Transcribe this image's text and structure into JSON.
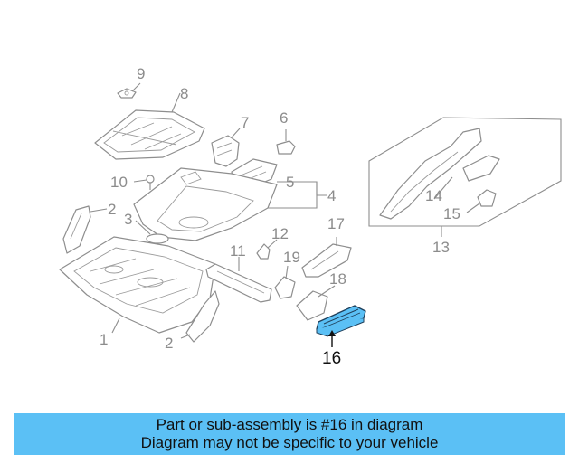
{
  "diagram": {
    "callouts": {
      "c1": "1",
      "c2a": "2",
      "c2b": "2",
      "c3": "3",
      "c4": "4",
      "c5": "5",
      "c6": "6",
      "c7": "7",
      "c8": "8",
      "c9": "9",
      "c10": "10",
      "c11": "11",
      "c12": "12",
      "c13": "13",
      "c14": "14",
      "c15": "15",
      "c16": "16",
      "c17": "17",
      "c18": "18",
      "c19": "19"
    },
    "highlighted_part": "16",
    "highlight_color": "#5bc0f5"
  },
  "banner": {
    "line1": "Part or sub-assembly is #16 in diagram",
    "line2": "Diagram may not be specific to your vehicle",
    "background": "#5bc0f5"
  }
}
